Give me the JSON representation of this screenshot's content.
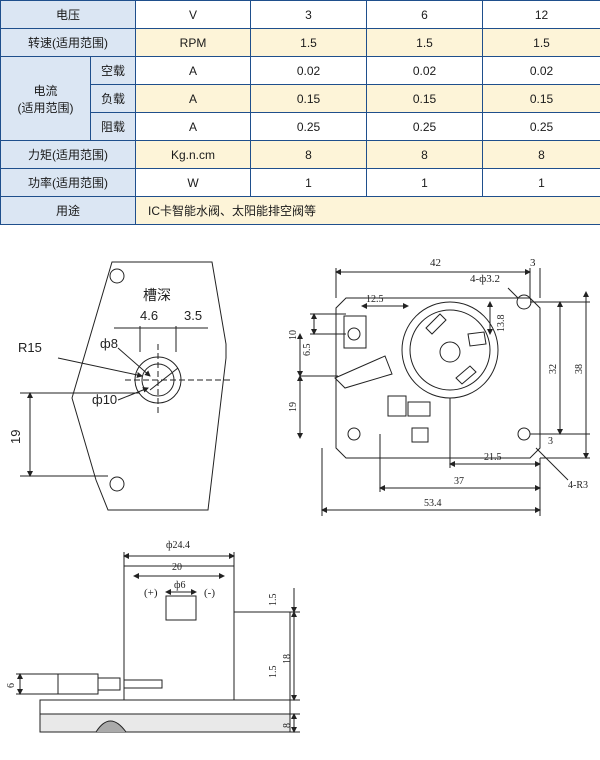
{
  "table": {
    "voltage": {
      "label": "电压",
      "unit": "V",
      "values": [
        "3",
        "6",
        "12"
      ]
    },
    "speed": {
      "label": "转速(适用范围)",
      "unit": "RPM",
      "values": [
        "1.5",
        "1.5",
        "1.5"
      ]
    },
    "current": {
      "label_line1": "电流",
      "label_line2": "(适用范围)",
      "rows": [
        {
          "label": "空载",
          "unit": "A",
          "values": [
            "0.02",
            "0.02",
            "0.02"
          ]
        },
        {
          "label": "负载",
          "unit": "A",
          "values": [
            "0.15",
            "0.15",
            "0.15"
          ]
        },
        {
          "label": "阻载",
          "unit": "A",
          "values": [
            "0.25",
            "0.25",
            "0.25"
          ]
        }
      ]
    },
    "torque": {
      "label": "力矩(适用范围)",
      "unit": "Kg.n.cm",
      "values": [
        "8",
        "8",
        "8"
      ]
    },
    "power": {
      "label": "功率(适用范围)",
      "unit": "W",
      "values": [
        "1",
        "1",
        "1"
      ]
    },
    "usage": {
      "label": "用途",
      "value": "IC卡智能水阀、太阳能排空阀等"
    }
  },
  "drawing_left": {
    "groove_label": "槽深",
    "dims": {
      "d1": "4.6",
      "d2": "3.5",
      "phi8": "ф8",
      "r15": "R15",
      "phi10": "ф10",
      "h19": "19"
    }
  },
  "drawing_right": {
    "dims": {
      "d42": "42",
      "d3_top": "3",
      "holes": "4-ф3.2",
      "d12_5": "12.5",
      "d13_8": "13.8",
      "d10": "10",
      "d6_5": "6.5",
      "d19": "19",
      "d32": "32",
      "d38": "38",
      "d3_right": "3",
      "d21_5": "21.5",
      "d37": "37",
      "d4_r3": "4-R3",
      "d53_4": "53.4"
    }
  },
  "drawing_bottom": {
    "dims": {
      "phi24_4": "ф24.4",
      "d20": "20",
      "phi6": "ф6",
      "plus": "(+)",
      "minus": "(-)",
      "d1_5_top": "1.5",
      "d1_5_mid": "1.5",
      "d18": "18",
      "d6": "6",
      "d8": "8"
    }
  }
}
